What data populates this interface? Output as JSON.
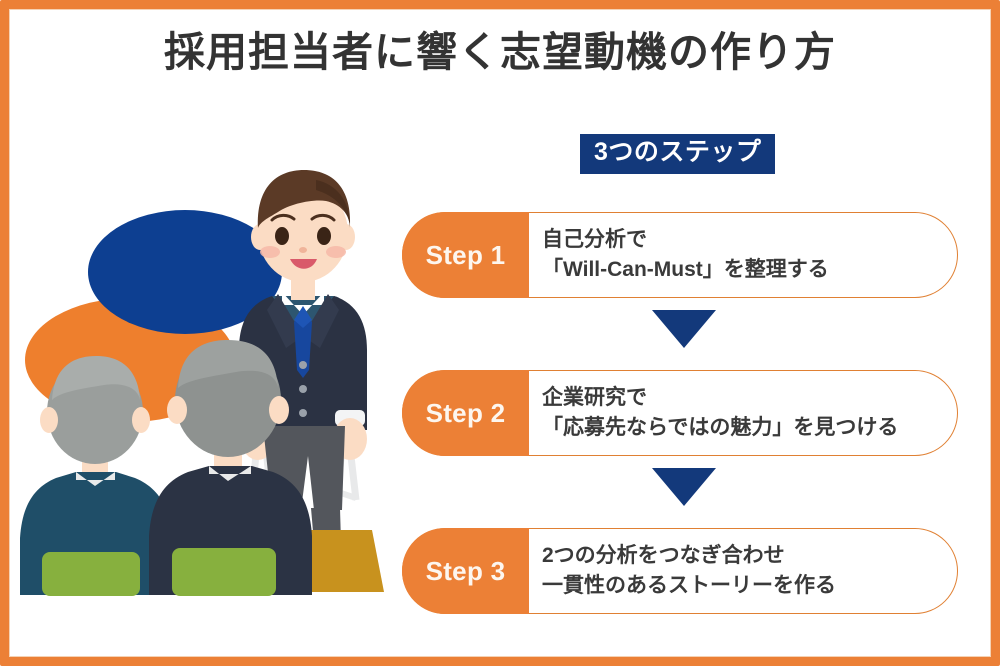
{
  "page": {
    "title": "採用担当者に響く志望動機の作り方",
    "frame_color": "#ec8036",
    "background_color": "#ffffff",
    "title_color": "#333333"
  },
  "steps_section": {
    "badge_label": "3つのステップ",
    "badge_bg_color": "#13397b",
    "badge_text_color": "#ffffff",
    "arrow_color": "#13397b",
    "card_border_color": "#e08033",
    "card_bg_color": "#ffffff",
    "step_badge_color": "#ec8036",
    "items": [
      {
        "badge": "Step 1",
        "line1": "自己分析で",
        "line2": "「Will-Can-Must」を整理する"
      },
      {
        "badge": "Step 2",
        "line1": "企業研究で",
        "line2": "「応募先ならではの魅力」を見つける"
      },
      {
        "badge": "Step 3",
        "line1": "2つの分析をつなぎ合わせ",
        "line2": "一貫性のあるストーリーを作る"
      }
    ]
  },
  "illustration": {
    "description": "面接を受ける就活生と二人の面接官のイラスト",
    "speech_bubble_blue_color": "#0d3f91",
    "speech_bubble_orange_color": "#ee7f2d",
    "applicant_suit_color": "#2b3243",
    "applicant_tie_color": "#17479e",
    "applicant_trousers_color": "#53565c",
    "applicant_hair_color": "#5b3a26",
    "skin_color": "#fbdcc4",
    "chair_color": "#2d5670",
    "interviewer_left_suit_color": "#1f4e68",
    "interviewer_right_suit_color": "#2b3344",
    "interviewer_hair_color": "#9a9e9c",
    "desk_color": "#c8921e",
    "paper_color": "#87b03e"
  }
}
